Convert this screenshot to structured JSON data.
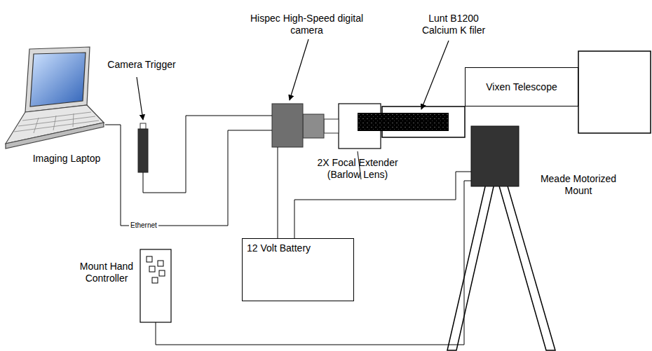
{
  "diagram": {
    "nodes": [
      {
        "text": [
          "Imaging Laptop"
        ]
      },
      {
        "text": [
          "Camera Trigger"
        ]
      },
      {
        "text": [
          "Hispec High-Speed digital camera"
        ]
      },
      {
        "text": [
          "2X Focal Extender (Barlow Lens)"
        ]
      },
      {
        "text": [
          "Lunt B1200 Calcium K filer"
        ]
      },
      {
        "text": [
          "Vixen Telescope"
        ]
      },
      {
        "text": [
          "Meade Motorized Mount"
        ]
      },
      {
        "text": [
          "12 Volt Battery"
        ]
      },
      {
        "text": [
          "Mount Hand Controller"
        ]
      }
    ],
    "edges": [
      {
        "from": 1,
        "to": 2,
        "arrow": "none"
      },
      {
        "from": 0,
        "to": 2,
        "label": "Ethernet",
        "arrow": "none"
      },
      {
        "from": 2,
        "to": 7,
        "arrow": "none"
      },
      {
        "from": 7,
        "to": 6,
        "arrow": "none"
      },
      {
        "from": 8,
        "to": 6,
        "arrow": "none"
      }
    ]
  }
}
